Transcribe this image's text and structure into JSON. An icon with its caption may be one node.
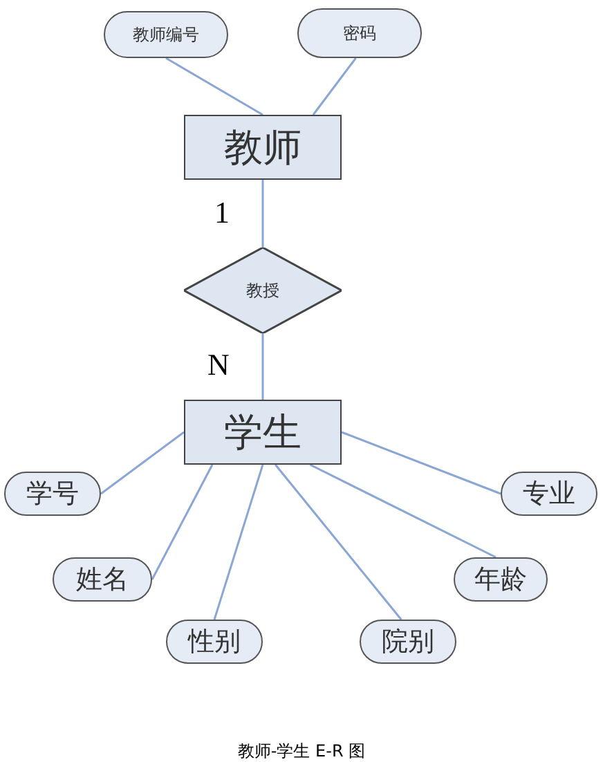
{
  "diagram": {
    "caption": "教师-学生 E-R 图",
    "nodes": [
      {
        "text": [
          "教师编号"
        ]
      },
      {
        "text": [
          "密码"
        ]
      },
      {
        "text": [
          "教师"
        ]
      },
      {
        "text": [
          "教授"
        ]
      },
      {
        "text": [
          "学生"
        ]
      },
      {
        "text": [
          "学号"
        ]
      },
      {
        "text": [
          "专业"
        ]
      },
      {
        "text": [
          "姓名"
        ]
      },
      {
        "text": [
          "年龄"
        ]
      },
      {
        "text": [
          "性别"
        ]
      },
      {
        "text": [
          "院别"
        ]
      }
    ],
    "edges": [
      {
        "from": 0,
        "to": 2,
        "arrow": "none"
      },
      {
        "from": 1,
        "to": 2,
        "arrow": "none"
      },
      {
        "from": 2,
        "to": 3,
        "arrow": "none",
        "label": "1"
      },
      {
        "from": 3,
        "to": 4,
        "arrow": "none",
        "label": "N"
      },
      {
        "from": 4,
        "to": 5,
        "arrow": "none"
      },
      {
        "from": 4,
        "to": 6,
        "arrow": "none"
      },
      {
        "from": 4,
        "to": 7,
        "arrow": "none"
      },
      {
        "from": 4,
        "to": 8,
        "arrow": "none"
      },
      {
        "from": 4,
        "to": 9,
        "arrow": "none"
      },
      {
        "from": 4,
        "to": 10,
        "arrow": "none"
      }
    ]
  }
}
